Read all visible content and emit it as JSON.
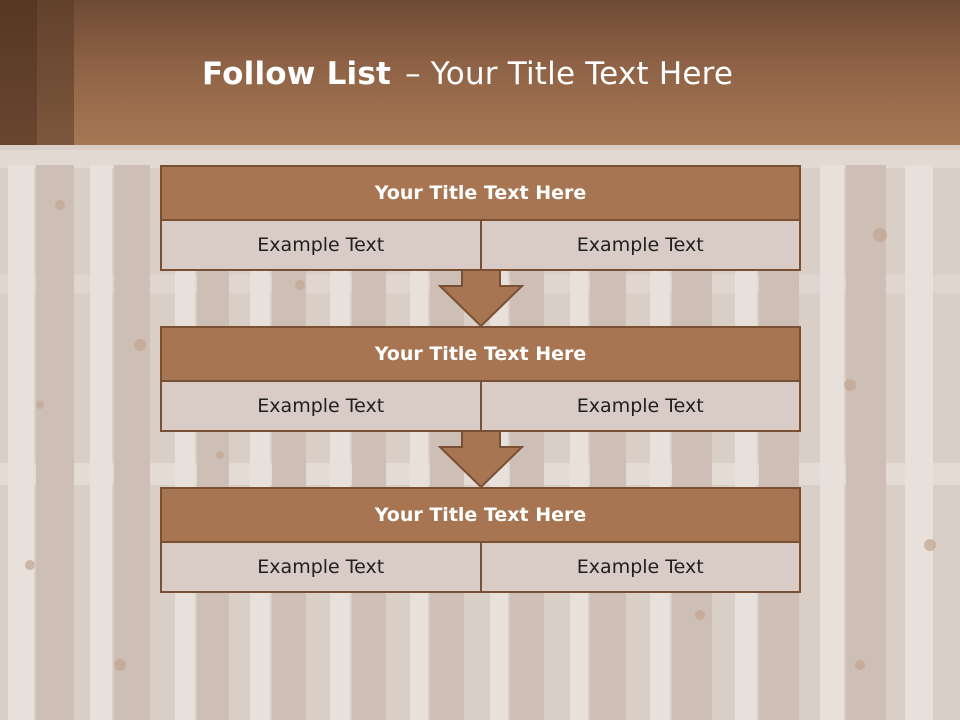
{
  "slide": {
    "title_bold": "Follow List",
    "title_dash": "–",
    "title_rest": "Your Title Text Here"
  },
  "steps": [
    {
      "title": "Your Title Text Here",
      "left": "Example Text",
      "right": "Example Text"
    },
    {
      "title": "Your Title Text Here",
      "left": "Example Text",
      "right": "Example Text"
    },
    {
      "title": "Your Title Text Here",
      "left": "Example Text",
      "right": "Example Text"
    }
  ],
  "colors": {
    "header_brown": "#a87552",
    "border_brown": "#7a5034",
    "cell_fill": "#d9ccc6",
    "header_band": "#8e6246"
  },
  "icons": [
    "down-arrow-icon"
  ]
}
